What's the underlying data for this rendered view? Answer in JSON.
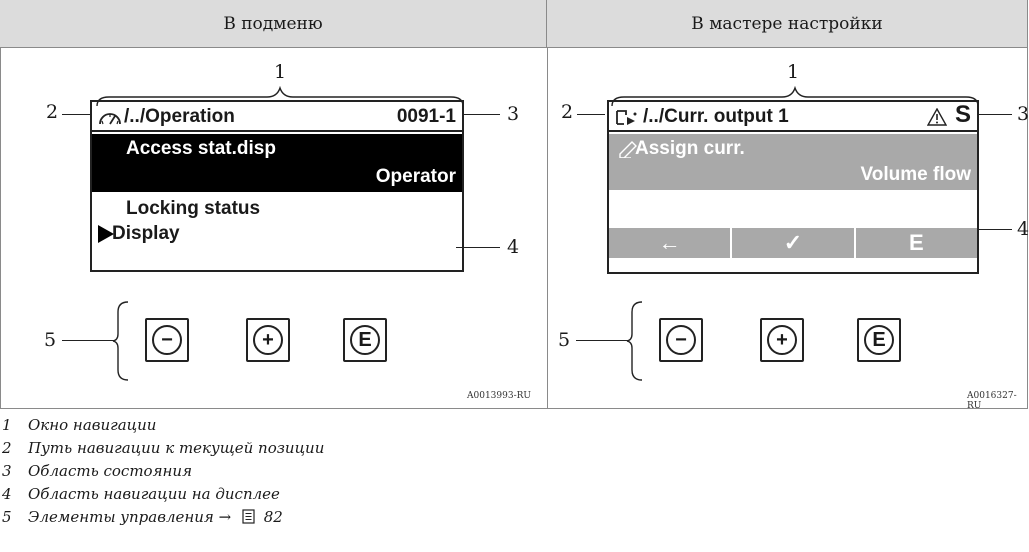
{
  "headers": {
    "left": "В подменю",
    "right": "В мастере настройки"
  },
  "left_panel": {
    "callouts": {
      "c1": "1",
      "c2": "2",
      "c3": "3",
      "c4": "4",
      "c5": "5"
    },
    "screen": {
      "path": "/../Operation",
      "status": "0091-1",
      "row1": "Access stat.disp",
      "row1_value": "Operator",
      "row2": "Locking status",
      "row3": "Display"
    },
    "buttons": {
      "minus": "−",
      "plus": "+",
      "enter": "E"
    },
    "code": "A0013993-RU"
  },
  "right_panel": {
    "callouts": {
      "c1": "1",
      "c2": "2",
      "c3": "3",
      "c4": "4",
      "c5": "5"
    },
    "screen": {
      "path": "/../Curr. output 1",
      "status_symbol": "S",
      "row1": "Assign curr.",
      "row1_value": "Volume flow",
      "softkeys": [
        "←",
        "✓",
        "E"
      ]
    },
    "buttons": {
      "minus": "−",
      "plus": "+",
      "enter": "E"
    },
    "code": "A0016327-RU"
  },
  "legend": [
    {
      "num": "1",
      "text": "Окно навигации"
    },
    {
      "num": "2",
      "text": "Путь навигации к текущей позиции"
    },
    {
      "num": "3",
      "text": "Область состояния"
    },
    {
      "num": "4",
      "text": "Область навигации на дисплее"
    },
    {
      "num": "5",
      "text": "Элементы управления →",
      "page": "82"
    }
  ],
  "colors": {
    "header_bg": "#dcdcdc",
    "screen_highlight": "#000000",
    "wizard_grey": "#a9a9a9"
  }
}
